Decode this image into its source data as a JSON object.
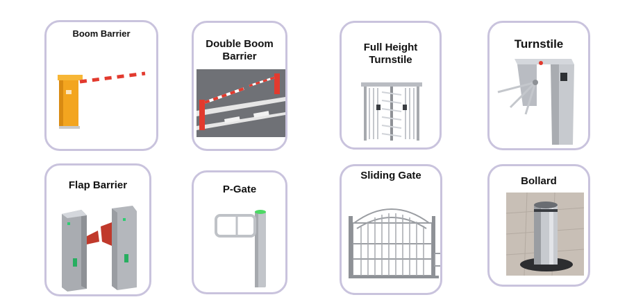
{
  "cards": [
    {
      "label": "Boom Barrier"
    },
    {
      "label": "Double Boom Barrier",
      "line1": "Double Boom",
      "line2": "Barrier"
    },
    {
      "label": "Full Height Turnstile",
      "line1": "Full Height",
      "line2": "Turnstile"
    },
    {
      "label": "Turnstile"
    },
    {
      "label": "Flap Barrier"
    },
    {
      "label": "P-Gate"
    },
    {
      "label": "Sliding Gate"
    },
    {
      "label": "Bollard"
    }
  ],
  "colors": {
    "card_border": "#c9c3dd",
    "boom_cabinet": "#f3a51f",
    "barrier_red": "#e23a2e",
    "steel": "#b9bcc2",
    "road": "#6f7176"
  }
}
